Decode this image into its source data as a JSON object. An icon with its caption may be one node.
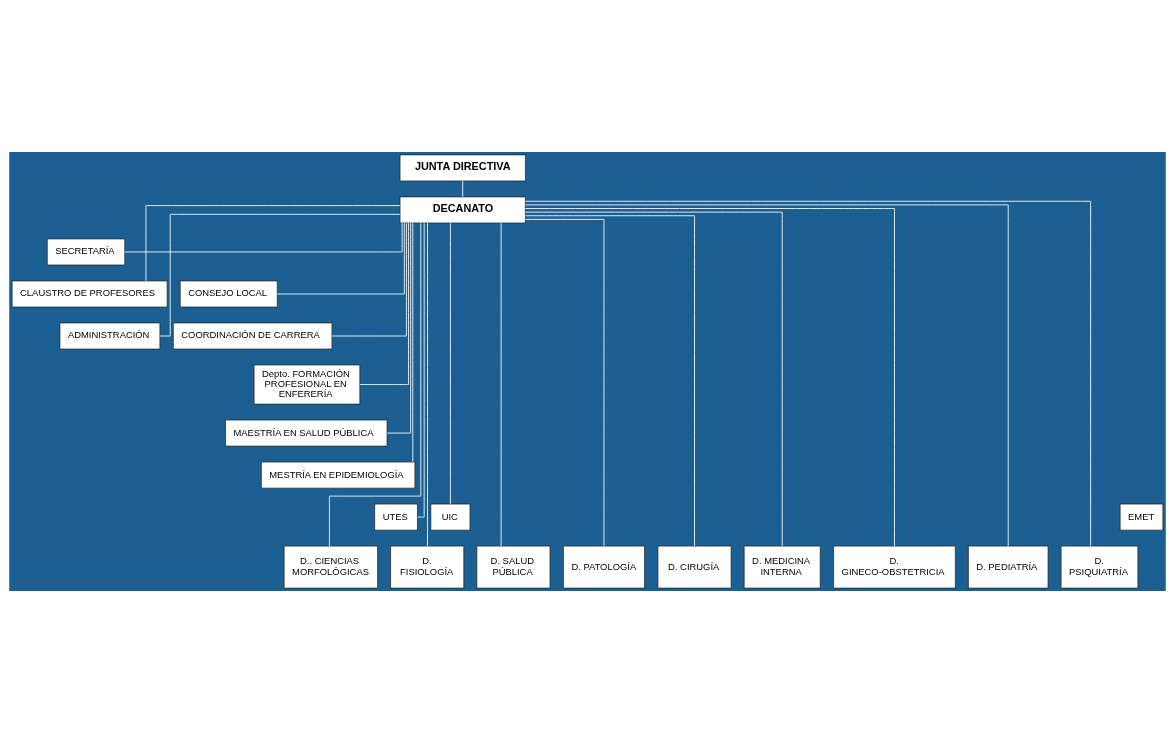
{
  "diagram": {
    "nodes": [
      {
        "text": [
          "JUNTA DIRECTIVA"
        ]
      },
      {
        "text": [
          "DECANATO"
        ]
      },
      {
        "text": [
          "SECRETARÍA"
        ]
      },
      {
        "text": [
          "CLAUSTRO DE PROFESORES"
        ]
      },
      {
        "text": [
          "CONSEJO LOCAL"
        ]
      },
      {
        "text": [
          "ADMINISTRACIÓN"
        ]
      },
      {
        "text": [
          "COORDINACIÓN DE CARRERA"
        ]
      },
      {
        "text": [
          "Depto. FORMACIÓN PROFESIONAL EN ENFERERÍA"
        ]
      },
      {
        "text": [
          "MAESTRÍA EN SALUD PÚBLICA"
        ]
      },
      {
        "text": [
          "MESTRÍA EN EPIDEMIOLOGÍA"
        ]
      },
      {
        "text": [
          "UTES"
        ]
      },
      {
        "text": [
          "UIC"
        ]
      },
      {
        "text": [
          "EMET"
        ]
      },
      {
        "text": [
          "D.. CIENCIAS MORFOLÓGICAS"
        ]
      },
      {
        "text": [
          "D. FISIOLOGÍA"
        ]
      },
      {
        "text": [
          "D. SALUD PÚBLICA"
        ]
      },
      {
        "text": [
          "D. PATOLOGÍA"
        ]
      },
      {
        "text": [
          "D. CIRUGÍA"
        ]
      },
      {
        "text": [
          "D. MEDICINA INTERNA"
        ]
      },
      {
        "text": [
          "D. GINECO-OBSTETRICIA"
        ]
      },
      {
        "text": [
          "D. PEDIATRÍA"
        ]
      },
      {
        "text": [
          "D. PSIQUIATRÍA"
        ]
      }
    ],
    "edges": [
      {
        "from": 0,
        "to": 1,
        "arrow": "none"
      },
      {
        "from": 1,
        "to": 2,
        "arrow": "none"
      },
      {
        "from": 1,
        "to": 3,
        "arrow": "none"
      },
      {
        "from": 1,
        "to": 4,
        "arrow": "none"
      },
      {
        "from": 1,
        "to": 5,
        "arrow": "none"
      },
      {
        "from": 1,
        "to": 6,
        "arrow": "none"
      },
      {
        "from": 1,
        "to": 7,
        "arrow": "none"
      },
      {
        "from": 1,
        "to": 8,
        "arrow": "none"
      },
      {
        "from": 1,
        "to": 9,
        "arrow": "none"
      },
      {
        "from": 1,
        "to": 10,
        "arrow": "none"
      },
      {
        "from": 1,
        "to": 11,
        "arrow": "none"
      },
      {
        "from": 1,
        "to": 13,
        "arrow": "none"
      },
      {
        "from": 1,
        "to": 14,
        "arrow": "none"
      },
      {
        "from": 1,
        "to": 15,
        "arrow": "none"
      },
      {
        "from": 1,
        "to": 16,
        "arrow": "none"
      },
      {
        "from": 1,
        "to": 17,
        "arrow": "none"
      },
      {
        "from": 1,
        "to": 18,
        "arrow": "none"
      },
      {
        "from": 1,
        "to": 19,
        "arrow": "none"
      },
      {
        "from": 1,
        "to": 20,
        "arrow": "none"
      },
      {
        "from": 1,
        "to": 21,
        "arrow": "none"
      }
    ]
  }
}
